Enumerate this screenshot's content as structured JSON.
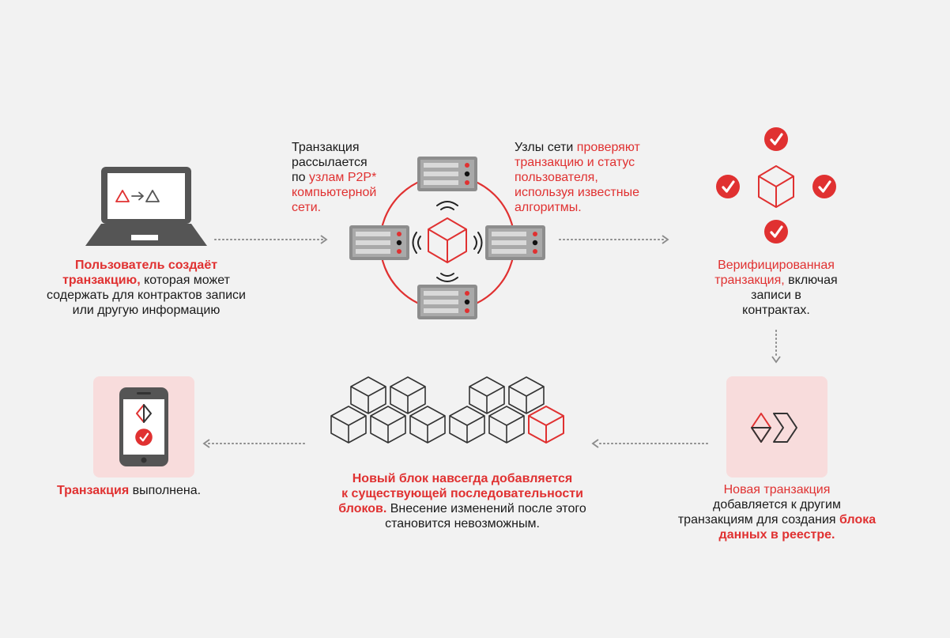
{
  "colors": {
    "accent": "#e03131",
    "ink": "#222222",
    "gray": "#666666",
    "background": "#f2f2f2",
    "tile": "#f8dcdc"
  },
  "step_create": {
    "icon": "laptop-icon",
    "l1_red": "Пользователь создаёт",
    "l2_red": "транзакцию,",
    "l2_rest": " которая может",
    "l3": "содержать для контрактов записи",
    "l4": "или другую информацию"
  },
  "step_broadcast": {
    "l1": "Транзакция",
    "l2": "рассылается",
    "l3_pre": "по ",
    "l3_red": "узлам P2P*",
    "l4_red": "компьютерной",
    "l5_red": "сети."
  },
  "step_validate": {
    "l1_pre": "Узлы сети ",
    "l1_red": "проверяют",
    "l2_red": "транзакцию и статус",
    "l3_red": "пользователя,",
    "l4_red": "используя известные",
    "l5_red": "алгоритмы."
  },
  "step_verified": {
    "icon": "cube-with-checkmarks-icon",
    "l1_red": "Верифицированная",
    "l2_red": "транзакция,",
    "l2_rest": " включая",
    "l3": "записи в",
    "l4": "контрактах."
  },
  "step_new_block": {
    "icon": "transaction-block-icon",
    "l1_red": "Новая транзакция",
    "l2": "добавляется к другим",
    "l3_pre": "транзакциям для создания ",
    "l3_red": "блока",
    "l4_red": "данных в реестре."
  },
  "step_chain": {
    "icon": "blockchain-cubes-icon",
    "l1_red": "Новый блок навсегда добавляется",
    "l2_red": "к существующей последовательности",
    "l3_red": "блоков.",
    "l3_rest": " Внесение изменений после этого",
    "l4": "становится невозможным."
  },
  "step_done": {
    "icon": "smartphone-check-icon",
    "l1_red": "Транзакция",
    "l1_rest": " выполнена."
  }
}
